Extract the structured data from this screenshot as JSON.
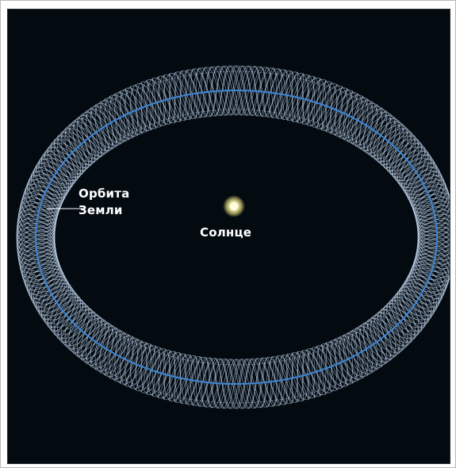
{
  "diagram": {
    "labels": {
      "orbit_line1": "Орбита",
      "orbit_line2": "Земли",
      "sun": "Солнце"
    },
    "colors": {
      "background": "#030a10",
      "ring_mesh": "#cfe6ff",
      "orbit_line": "#3d86d6",
      "sun_glow": "#f3f2b0",
      "text": "#ffffff"
    }
  }
}
